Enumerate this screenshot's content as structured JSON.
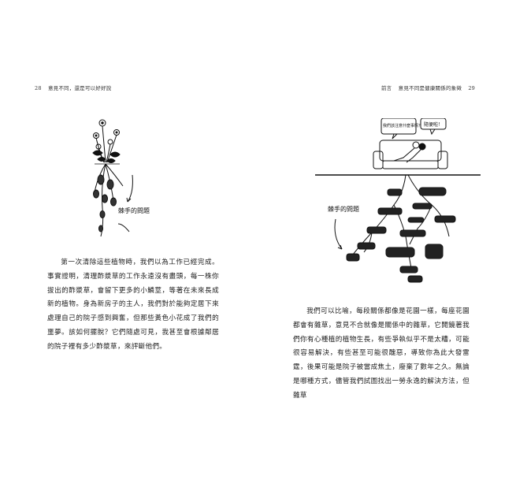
{
  "left_page": {
    "header": {
      "page_number": "28",
      "title": "意見不同，還是可以好好說"
    },
    "illustration": {
      "label": "棘手的問題"
    },
    "paragraphs": [
      "第一次清除這些植物時，我們以為工作已經完成。事實證明，清理酢漿草的工作永遠沒有盡頭，每一株你拔出的酢漿草，會留下更多的小鱗莖，等著在未來長成新的植物。身為新房子的主人，我們對於能夠定居下來處理自己的院子感到興奮，但那些黃色小花成了我們的噩夢。該如何擺脫？它們隨處可見，我甚至會根據鄰居的院子裡有多少酢漿草，來評斷他們。"
    ]
  },
  "right_page": {
    "header": {
      "section": "前言",
      "title": "意見不同是健康關係的象徵",
      "page_number": "29"
    },
    "illustration": {
      "bubble_left": "我們該注意什麼事情？",
      "bubble_right": "隨便啦！",
      "label": "棘手的問題"
    },
    "paragraphs": [
      "我們可以比喻，每段關係都像是花園一樣，每座花園都會有雜草，意見不合就像是關係中的雜草，它開鏡著我們你有心種植的植物生長，有些爭執似乎不是太糟，可能很容易解決，有些甚至可能很醜惡，導致你為此大發雷霆，後果可能是院子被當成焦土，廢棄了數年之久。無論是哪種方式，儘管我們試圖找出一勞永逸的解決方法，但雜草"
    ]
  },
  "colors": {
    "ink": "#1a1a1a",
    "paper": "#ffffff"
  }
}
